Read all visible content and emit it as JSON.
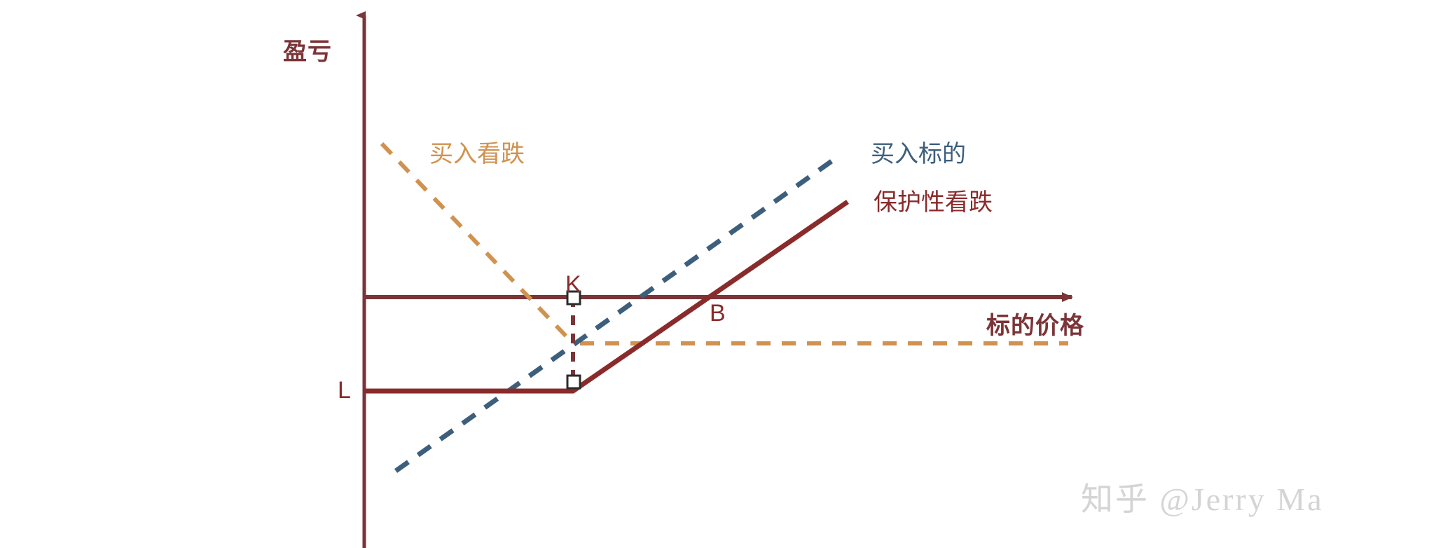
{
  "figure": {
    "title": "",
    "watermark": "知乎 @Jerry Ma",
    "background": "#ffffff"
  },
  "axes": {
    "ylabel": "盈亏",
    "xlabel": "标的价格",
    "axis_color": "#7B3437"
  },
  "points": {
    "k": "K",
    "l": "L",
    "b": "B"
  },
  "legend": {
    "buy_put": "买入看跌",
    "buy_underlying": "买入标的",
    "protective_put": "保护性看跌"
  },
  "colors": {
    "buy_put": "#D0924F",
    "buy_underlying": "#3D5F7C",
    "protective_put": "#8A2B2B",
    "axis": "#7B3437",
    "watermark": "#D4D4D4"
  },
  "chart_data": {
    "type": "line",
    "title": "",
    "xlabel": "标的价格",
    "ylabel": "盈亏",
    "grid": false,
    "legend_position": "inline-annotations",
    "axis_origin": {
      "x": 520,
      "y": 424
    },
    "annotations": [
      {
        "text": "K",
        "x": 818,
        "y": 424,
        "note": "strike price on zero line"
      },
      {
        "text": "L",
        "x": 520,
        "y": 558,
        "note": "maximum loss level of protective put"
      },
      {
        "text": "B",
        "x": 1015,
        "y": 424,
        "note": "breakeven price of protective put"
      }
    ],
    "series": [
      {
        "name": "买入看跌",
        "style": "dashed",
        "color": "#D0924F",
        "points": [
          [
            545,
            205
          ],
          [
            818,
            490
          ],
          [
            1525,
            490
          ]
        ],
        "description": "Long put payoff: downward sloping until strike K, then flat at premium loss"
      },
      {
        "name": "买入标的",
        "style": "dashed",
        "color": "#3D5F7C",
        "points": [
          [
            565,
            672
          ],
          [
            1190,
            228
          ]
        ],
        "description": "Long underlying payoff: straight upward sloping line"
      },
      {
        "name": "保护性看跌",
        "style": "solid",
        "color": "#8A2B2B",
        "points": [
          [
            520,
            558
          ],
          [
            818,
            558
          ],
          [
            1210,
            288
          ]
        ],
        "description": "Protective put payoff: flat at max loss L below strike K, then rising, crossing zero at B"
      },
      {
        "name": "零线",
        "style": "solid",
        "color": "#7B3437",
        "points": [
          [
            520,
            424
          ],
          [
            1540,
            424
          ]
        ],
        "description": "Horizontal zero profit axis with arrow head"
      },
      {
        "name": "K 虚线",
        "style": "dashed",
        "color": "#7B3437",
        "points": [
          [
            818,
            424
          ],
          [
            818,
            545
          ]
        ],
        "description": "Vertical dashed drop line at strike K"
      }
    ],
    "markers": [
      {
        "x": 818,
        "y": 424,
        "shape": "square",
        "fill": "#ffffff",
        "edge": "#2b2b2b"
      },
      {
        "x": 818,
        "y": 545,
        "shape": "square",
        "fill": "#ffffff",
        "edge": "#2b2b2b"
      }
    ]
  }
}
